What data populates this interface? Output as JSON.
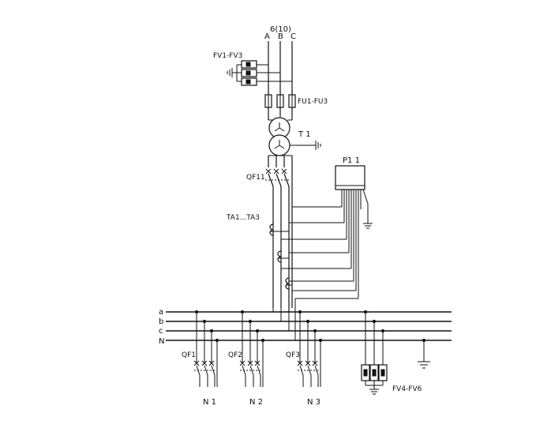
{
  "diagram": {
    "voltage_label": "6(10)",
    "phases": [
      "A",
      "B",
      "C"
    ],
    "arrester_top_label": "FV1-FV3",
    "fuse_label": "FU1-FU3",
    "transformer_label": "T 1",
    "breaker_main_label": "QF11",
    "ct_label": "TA1...TA3",
    "meter_label": "P1 1",
    "bus_labels": [
      "a",
      "b",
      "c",
      "N"
    ],
    "feeder_breakers": [
      "QF1",
      "QF2",
      "QF3"
    ],
    "feeder_names": [
      "N 1",
      "N 2",
      "N 3"
    ],
    "arrester_bottom_label": "FV4-FV6"
  }
}
